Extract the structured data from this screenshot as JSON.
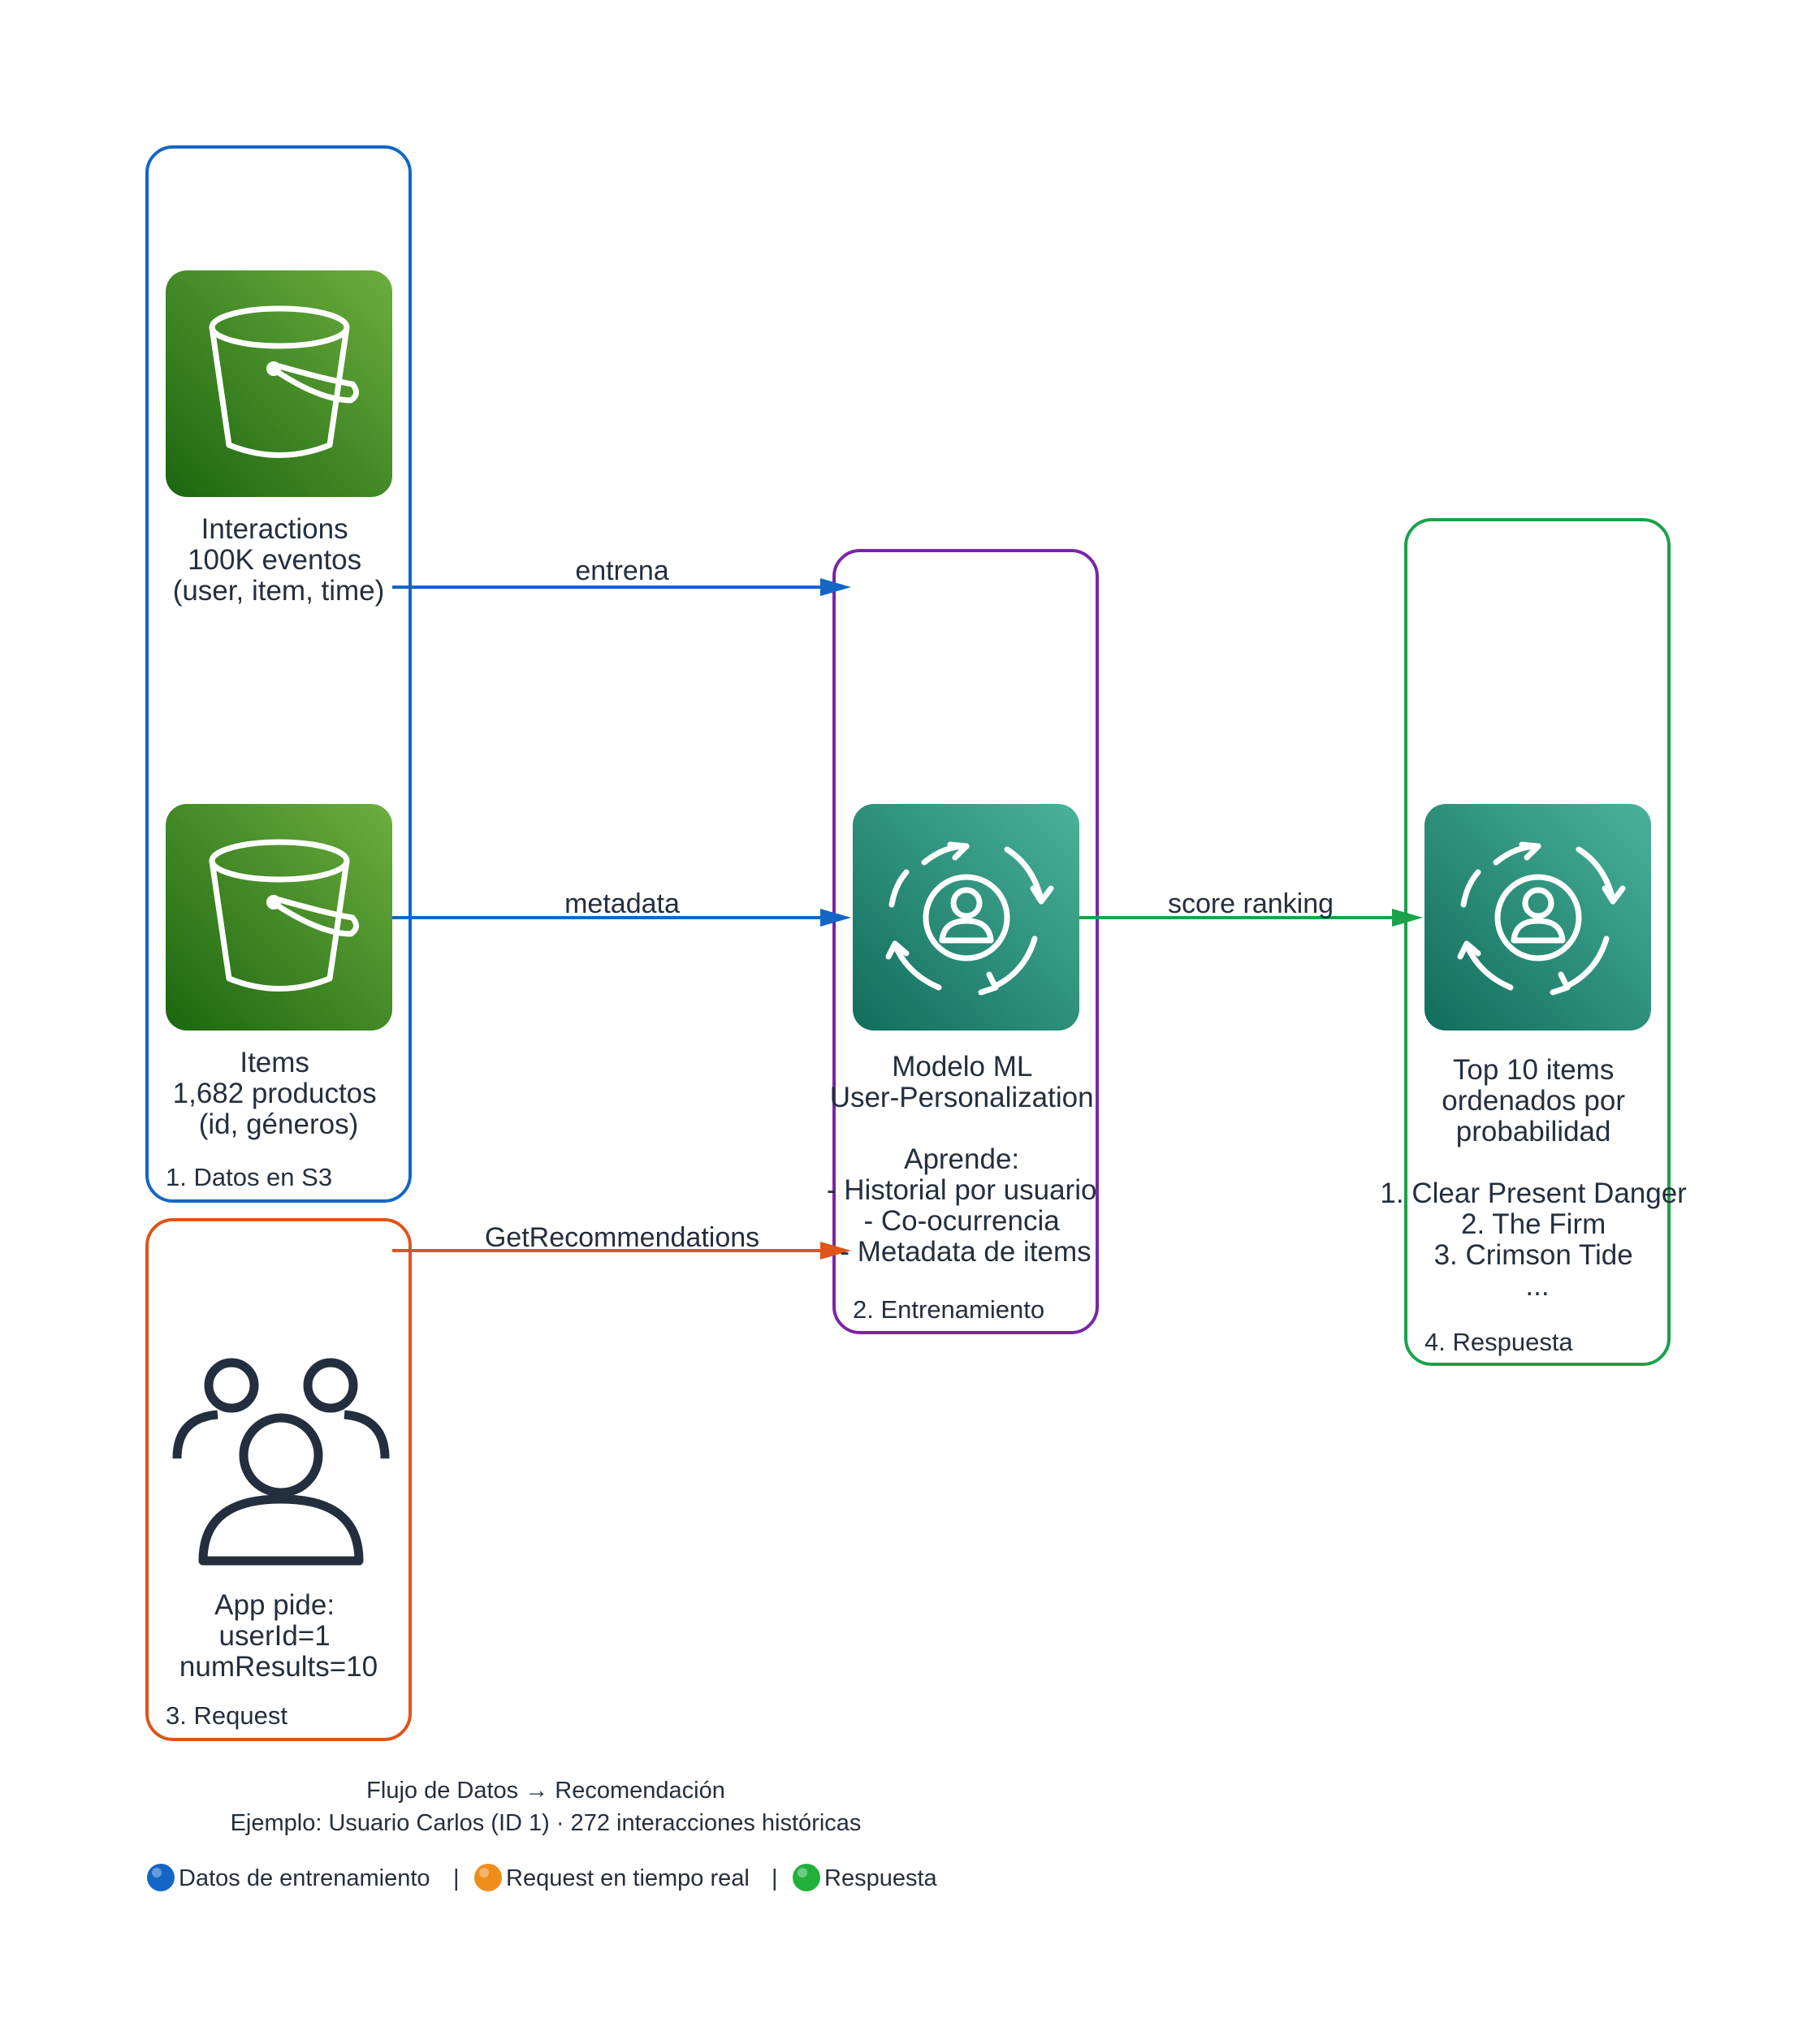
{
  "colors": {
    "blue": "#1366c6",
    "purple": "#7a25a6",
    "green": "#1aa24a",
    "orange": "#df5418",
    "s3_green": "#3f8624",
    "ml_teal": "#23876f",
    "dark": "#232f3e"
  },
  "clusters": {
    "datos": "1. Datos en S3",
    "entrenamiento": "2. Entrenamiento",
    "request": "3. Request",
    "respuesta": "4. Respuesta"
  },
  "nodes": {
    "interactions": {
      "icon": "s3-bucket-icon",
      "lines": [
        "Interactions",
        "100K eventos",
        "(user, item, time)"
      ]
    },
    "items": {
      "icon": "s3-bucket-icon",
      "lines": [
        "Items",
        "1,682 productos",
        "(id, géneros)"
      ]
    },
    "modelo": {
      "icon": "personalize-icon",
      "lines": [
        "Modelo ML",
        "User-Personalization",
        "",
        "Aprende:",
        "- Historial por usuario",
        "- Co-ocurrencia",
        "- Metadata de items"
      ]
    },
    "top10": {
      "icon": "personalize-icon",
      "lines": [
        "Top 10 items",
        "ordenados por",
        "probabilidad",
        "",
        "1. Clear Present Danger",
        "2. The Firm",
        "3. Crimson Tide",
        "..."
      ]
    },
    "app": {
      "icon": "users-icon",
      "lines": [
        "App pide:",
        "userId=1",
        "numResults=10"
      ]
    }
  },
  "edges": {
    "entrena": "entrena",
    "metadata": "metadata",
    "score": "score ranking",
    "getrec": "GetRecommendations"
  },
  "footer": {
    "title": "Flujo de Datos → Recomendación",
    "subtitle": "Ejemplo: Usuario Carlos (ID 1) · 272 interacciones históricas",
    "legend_separator": "|",
    "legend": [
      {
        "label": "Datos de entrenamiento",
        "color": "#1366c6"
      },
      {
        "label": "Request en tiempo real",
        "color": "#f08c1c"
      },
      {
        "label": "Respuesta",
        "color": "#21b03a"
      }
    ]
  }
}
